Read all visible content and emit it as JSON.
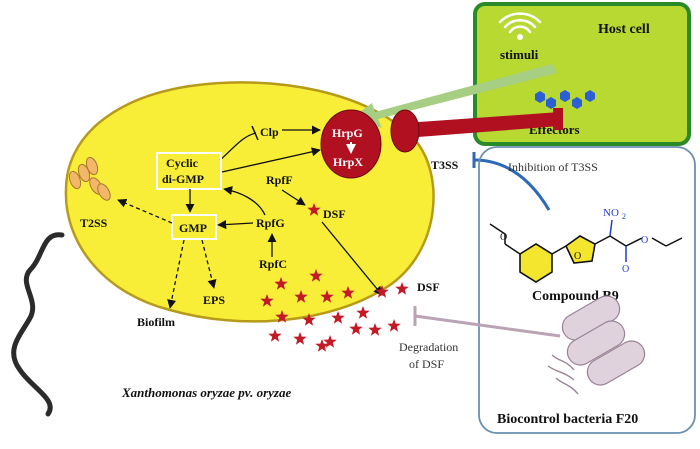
{
  "diagram": {
    "host": {
      "title": "Host cell",
      "stimuli": "stimuli",
      "effectors": "Effectors"
    },
    "bacterium": {
      "species": "Xanthomonas oryzae pv. oryzae",
      "hrpg": "HrpG",
      "hrpx": "HrpX",
      "clp": "Clp",
      "cdg_line1": "Cyclic",
      "cdg_line2": "di-GMP",
      "gmp": "GMP",
      "rpff": "RpfF",
      "rpfg": "RpfG",
      "rpfc": "RpfC",
      "dsf_inside": "DSF",
      "t2ss": "T2SS",
      "eps": "EPS",
      "biofilm": "Biofilm"
    },
    "outside": {
      "t3ss": "T3SS",
      "dsf": "DSF",
      "inhibition": "Inhibition of T3SS",
      "degradation_line1": "Degradation",
      "degradation_line2": "of DSF"
    },
    "panel": {
      "compound": "Compound B9",
      "biocontrol": "Biocontrol bacteria F20",
      "no2": "NO",
      "no2_sub": "2"
    },
    "colors": {
      "cell_fill": "#f8ee38",
      "host_fill": "#b8d832",
      "host_border": "#2a8a2a",
      "hrp_red": "#b01020",
      "star_red": "#c41a26",
      "blue_line": "#2e68b8",
      "panel_border": "#6b8fb0",
      "mauve": "#b9a3b4",
      "green_arrow": "#a6cf83",
      "effector_blue": "#2c5fd4",
      "spiral_green": "#3aa86a",
      "t2ss_orange": "#f3b768"
    }
  }
}
